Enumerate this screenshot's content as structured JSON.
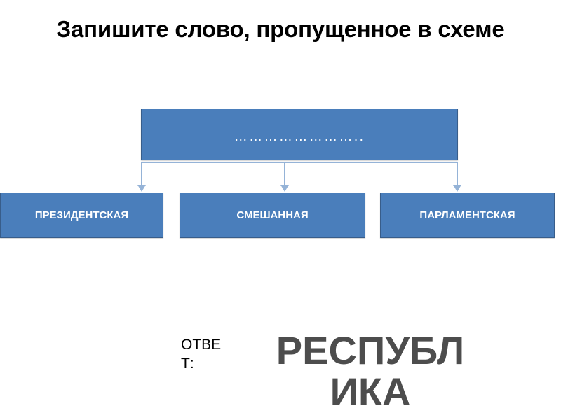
{
  "slide": {
    "title": "Запишите слово, пропущенное в схеме",
    "background_color": "#FFFFFF"
  },
  "diagram": {
    "type": "hierarchy",
    "node_fill_color": "#4A7EBB",
    "node_border_color": "#385D8A",
    "node_text_color": "#FFFFFF",
    "connector_color": "#95B3D7",
    "root": {
      "label": "……………………..",
      "is_blank_placeholder": true
    },
    "children": [
      {
        "label": "ПРЕЗИДЕНТСКАЯ"
      },
      {
        "label": "СМЕШАННАЯ"
      },
      {
        "label": "ПАРЛАМЕНТСКАЯ"
      }
    ]
  },
  "answer": {
    "label": "ОТВЕТ:",
    "value": "РЕСПУБЛИКА",
    "value_color": "#4D4D4D",
    "label_color": "#000000"
  }
}
